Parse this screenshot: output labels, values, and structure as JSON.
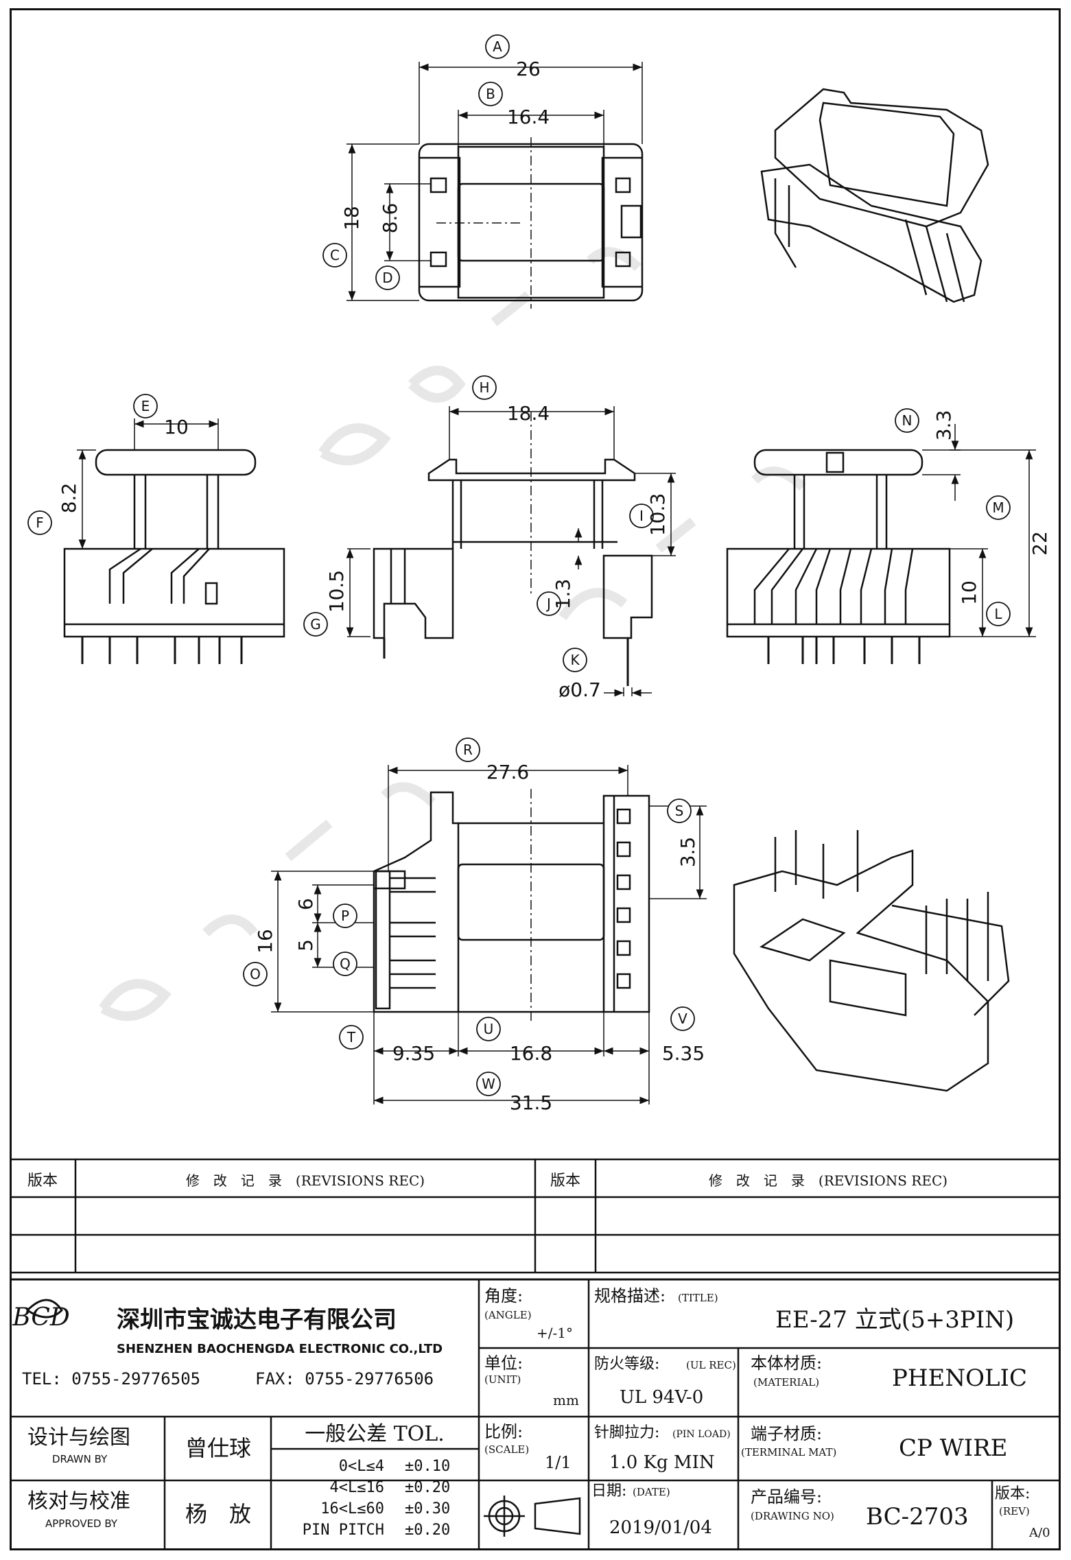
{
  "drawing": {
    "labels": {
      "A": "A",
      "B": "B",
      "C": "C",
      "D": "D",
      "E": "E",
      "F": "F",
      "G": "G",
      "H": "H",
      "I": "I",
      "J": "J",
      "K": "K",
      "L": "L",
      "M": "M",
      "N": "N",
      "O": "O",
      "P": "P",
      "Q": "Q",
      "R": "R",
      "S": "S",
      "T": "T",
      "U": "U",
      "V": "V",
      "W": "W"
    },
    "dims": {
      "A": "26",
      "B": "16.4",
      "C": "18",
      "D": "8.6",
      "E": "10",
      "F": "8.2",
      "G": "10.5",
      "H": "18.4",
      "I": "10.3",
      "J": "1.3",
      "K": "ø0.7",
      "L": "10",
      "M": "22",
      "N": "3.3",
      "O": "16",
      "P": "6",
      "Q": "5",
      "R": "27.6",
      "S": "3.5",
      "T": "9.35",
      "U": "16.8",
      "V": "5.35",
      "W": "31.5"
    }
  },
  "title_block": {
    "revision_header": {
      "version": "版本",
      "records": "修　改　记　录　(REVISIONS REC)"
    },
    "company_logo": "BCD",
    "company_cn": "深圳市宝诚达电子有限公司",
    "company_en": "SHENZHEN BAOCHENGDA ELECTRONIC CO.,LTD",
    "tel": "TEL: 0755-29776505",
    "fax": "FAX: 0755-29776506",
    "angle_label": "角度:",
    "angle_en": "(ANGLE)",
    "angle_value": "+/-1°",
    "title_label": "规格描述:",
    "title_en": "(TITLE)",
    "title_value": "EE-27 立式(5+3PIN)",
    "unit_label": "单位:",
    "unit_en": "(UNIT)",
    "unit_value": "mm",
    "ul_label": "防火等级:",
    "ul_en": "(UL REC)",
    "ul_value": "UL 94V-0",
    "material_label": "本体材质:",
    "material_en": "(MATERIAL)",
    "material_value": "PHENOLIC",
    "drawn_label": "设计与绘图",
    "drawn_en": "DRAWN BY",
    "drawn_value": "曾仕球",
    "tol_title": "一般公差 TOL.",
    "tol_rows": [
      {
        "range": "0<L≤4",
        "value": "±0.10"
      },
      {
        "range": "4<L≤16",
        "value": "±0.20"
      },
      {
        "range": "16<L≤60",
        "value": "±0.30"
      },
      {
        "range": "PIN PITCH",
        "value": "±0.20"
      }
    ],
    "scale_label": "比例:",
    "scale_en": "(SCALE)",
    "scale_value": "1/1",
    "pin_label": "针脚拉力:",
    "pin_en": "(PIN LOAD)",
    "pin_value": "1.0 Kg MIN",
    "terminal_label": "端子材质:",
    "terminal_en": "(TERMINAL MAT)",
    "terminal_value": "CP WIRE",
    "approved_label": "核对与校准",
    "approved_en": "APPROVED BY",
    "approved_value": "杨　放",
    "date_label": "日期:",
    "date_en": "(DATE)",
    "date_value": "2019/01/04",
    "drawing_no_label": "产品编号:",
    "drawing_no_en": "(DRAWING NO)",
    "drawing_no_value": "BC-2703",
    "rev_label": "版本:",
    "rev_en": "(REV)",
    "rev_value": "A/0"
  },
  "colors": {
    "line": "#111111",
    "dim": "#222222",
    "watermark": "#e6e6e6"
  }
}
